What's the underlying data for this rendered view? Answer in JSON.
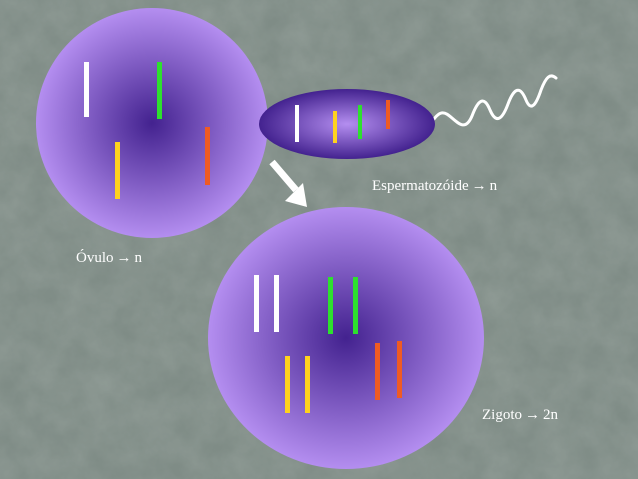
{
  "colors": {
    "background": "#7f8c86",
    "cell_light": "#b48ef0",
    "cell_dark": "#43228f",
    "white": "#ffffff",
    "green": "#2ee02e",
    "yellow": "#ffd21e",
    "orange": "#ef5b23"
  },
  "labels": {
    "ovulo": {
      "name": "Óvulo",
      "arrow": "→",
      "ploidy": "n"
    },
    "espermatozoide": {
      "name": "Espermatozóide",
      "arrow": "→",
      "ploidy": "n"
    },
    "zigoto": {
      "name": "Zigoto",
      "arrow": "→",
      "ploidy": "2n"
    }
  }
}
